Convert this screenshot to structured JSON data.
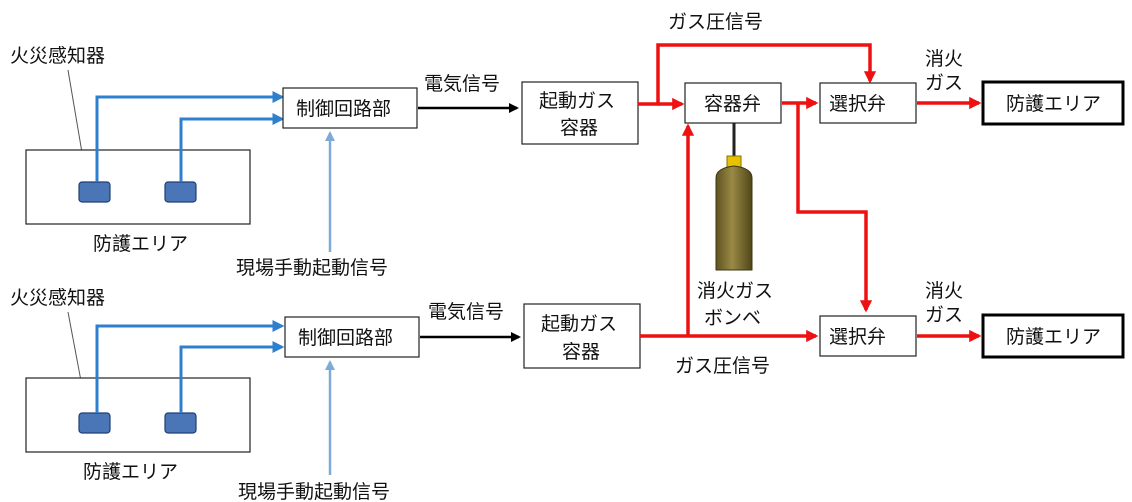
{
  "colors": {
    "signal_blue": "#2f7fcf",
    "manual_blue": "#7fa9d6",
    "gas_red": "#ee1111",
    "sensor_fill": "#4a76b8",
    "cylinder": "#8a7a3a",
    "valve_yellow": "#e6c300"
  },
  "top": {
    "fire_detector_label": "火災感知器",
    "protected_area_label": "防護エリア",
    "manual_signal_label": "現場手動起動信号",
    "control_unit_label": "制御回路部",
    "electric_signal_label": "電気信号",
    "starter_gas_line1": "起動ガス",
    "starter_gas_line2": "容器",
    "gas_pressure_signal_label": "ガス圧信号",
    "container_valve_label": "容器弁",
    "selector_valve_label": "選択弁",
    "extinguish_gas_line1": "消火",
    "extinguish_gas_line2": "ガス",
    "target_area_label": "防護エリア"
  },
  "middle": {
    "cylinder_label_line1": "消火ガス",
    "cylinder_label_line2": "ボンベ"
  },
  "bottom": {
    "fire_detector_label": "火災感知器",
    "protected_area_label": "防護エリア",
    "manual_signal_label": "現場手動起動信号",
    "control_unit_label": "制御回路部",
    "electric_signal_label": "電気信号",
    "starter_gas_line1": "起動ガス",
    "starter_gas_line2": "容器",
    "gas_pressure_signal_label": "ガス圧信号",
    "selector_valve_label": "選択弁",
    "extinguish_gas_line1": "消火",
    "extinguish_gas_line2": "ガス",
    "target_area_label": "防護エリア"
  }
}
